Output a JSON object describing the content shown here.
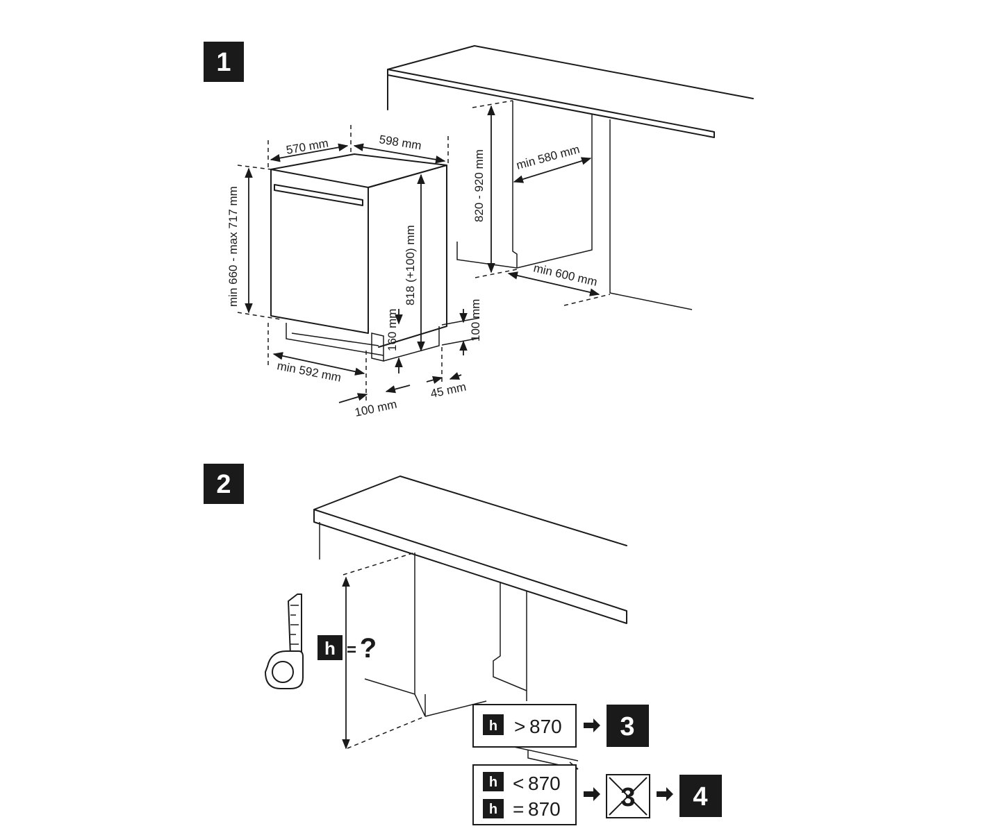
{
  "colors": {
    "ink": "#1a1a1a",
    "badge_bg": "#1a1a1a",
    "background": "#ffffff"
  },
  "steps": {
    "step1": "1",
    "step2": "2",
    "step3": "3",
    "step4": "4",
    "crossed_step": "3"
  },
  "dimensions": {
    "depth": "570 mm",
    "width": "598 mm",
    "height_side": "min 660 - max 717 mm",
    "height_front": "818 (+100) mm",
    "plinth": "160 mm",
    "plinth_var": "100 mm",
    "min_width_floor": "min 592 mm",
    "offset_100": "100 mm",
    "offset_45": "45 mm",
    "niche_height": "820 - 920 mm",
    "niche_depth": "min 580 mm",
    "niche_width": "min 600 mm"
  },
  "measure": {
    "h": "h",
    "eq": "=",
    "q": "?"
  },
  "conditions": [
    {
      "h": "h",
      "op": ">",
      "value": "870"
    },
    {
      "h": "h",
      "op": "<",
      "value": "870"
    },
    {
      "h": "h",
      "op": "=",
      "value": "870"
    }
  ],
  "icons": [
    "arrow-right-icon",
    "crossed-out-icon",
    "tape-measure-icon"
  ]
}
